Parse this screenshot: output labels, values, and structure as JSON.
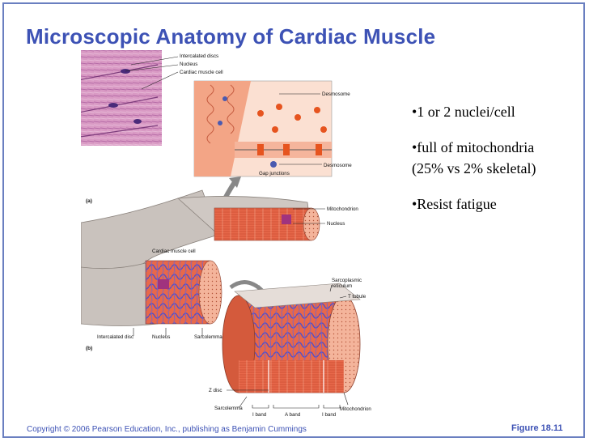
{
  "slide": {
    "title": "Microscopic Anatomy of Cardiac Muscle",
    "bullets": [
      "•1 or 2 nuclei/cell",
      "•full of mitochondria",
      "(25% vs 2% skeletal)",
      "•Resist fatigue"
    ],
    "footer_left": "Copyright © 2006 Pearson Education, Inc., publishing as Benjamin Cummings",
    "footer_right": "Figure 18.11"
  },
  "figure": {
    "labels": {
      "intercalated_discs": "Intercalated discs",
      "nucleus_top": "Nucleus",
      "cardiac_muscle_cell_top": "Cardiac muscle cell",
      "desmosome_1": "Desmosome",
      "desmosome_2": "Desmosome",
      "gap_junctions": "Gap junctions",
      "panel_a": "(a)",
      "mitochondrion_1": "Mitochondrion",
      "nucleus_right": "Nucleus",
      "cardiac_muscle_cell": "Cardiac muscle cell",
      "sarcoplasmic_reticulum_1": "Sarcoplasmic",
      "sarcoplasmic_reticulum_2": "reticulum",
      "t_tubule": "T tubule",
      "intercalated_disc": "Intercalated disc",
      "nucleus_bottom": "Nucleus",
      "sarcolemma_1": "Sarcolemma",
      "panel_b": "(b)",
      "z_disc": "Z disc",
      "sarcolemma_2": "Sarcolemma",
      "mitochondrion_2": "Mitochondrion",
      "i_band_1": "I band",
      "a_band": "A band",
      "i_band_2": "I band"
    }
  }
}
